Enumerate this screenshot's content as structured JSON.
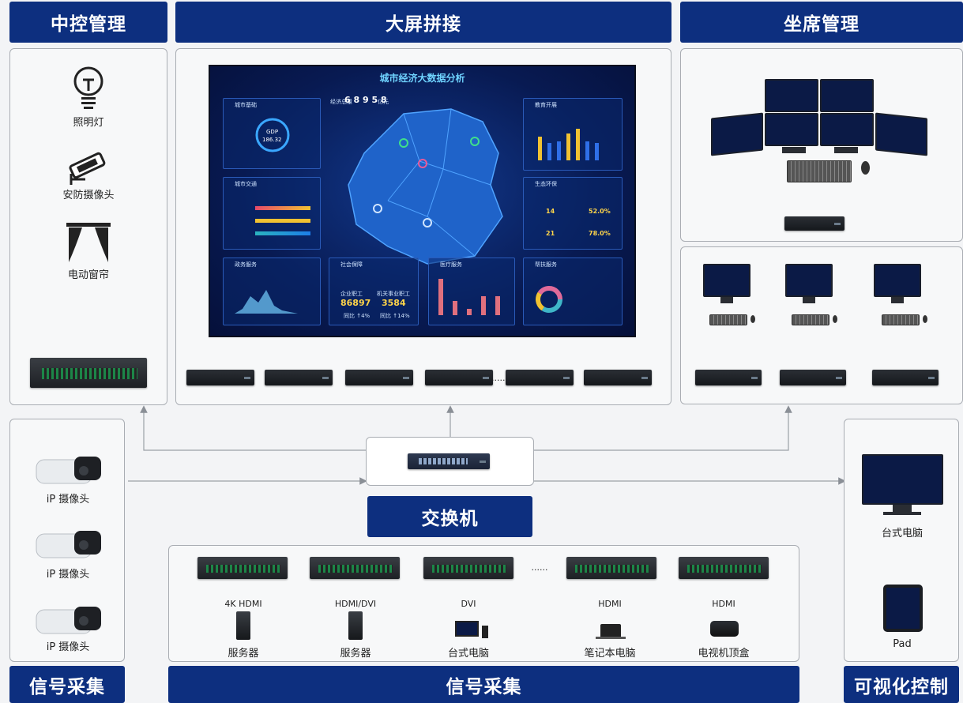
{
  "headers": {
    "central_control": "中控管理",
    "big_screen": "大屏拼接",
    "seat_management": "坐席管理",
    "switch": "交换机",
    "signal_capture_left": "信号采集",
    "signal_capture_bottom": "信号采集",
    "visual_control": "可视化控制"
  },
  "central_control": {
    "light": "照明灯",
    "security_camera": "安防摄像头",
    "curtain": "电动窗帘"
  },
  "ip_cameras": [
    "iP 摄像头",
    "iP 摄像头",
    "iP 摄像头"
  ],
  "sources": [
    {
      "interface": "4K HDMI",
      "device": "服务器"
    },
    {
      "interface": "HDMI/DVI",
      "device": "服务器"
    },
    {
      "interface": "DVI",
      "device": "台式电脑"
    },
    {
      "interface": "HDMI",
      "device": "笔记本电脑"
    },
    {
      "interface": "HDMI",
      "device": "电视机顶盒"
    }
  ],
  "ellipsis": "......",
  "visual_control": {
    "desktop": "台式电脑",
    "pad": "Pad"
  },
  "video_wall": {
    "title": "城市经济大数据分析",
    "total_label": "经济总量",
    "total_value": "6 8 9 5 8",
    "total_unit": "亿元",
    "card_city_basics": "城市基础",
    "gdp_label": "GDP",
    "gdp_value": "186.32",
    "card_traffic": "城市交通",
    "card_gov": "政务服务",
    "card_social": "社会保障",
    "social_left_label": "企业职工",
    "social_left_value": "86897",
    "social_left_sub": "同比 ↑4%",
    "social_right_label": "机关事业职工",
    "social_right_value": "3584",
    "social_right_sub": "同比 ↑14%",
    "card_medical": "医疗服务",
    "card_aid": "帮扶服务",
    "card_education": "教育开展",
    "card_eco": "生态环保",
    "eco_v1": "14",
    "eco_v2": "52.0%",
    "eco_v3": "21",
    "eco_v4": "78.0%"
  },
  "colors": {
    "header_bg": "#0d2f7f",
    "wall_bg": "#081a52",
    "accent_yellow": "#ffd54a",
    "accent_cyan": "#6fd3ff"
  }
}
